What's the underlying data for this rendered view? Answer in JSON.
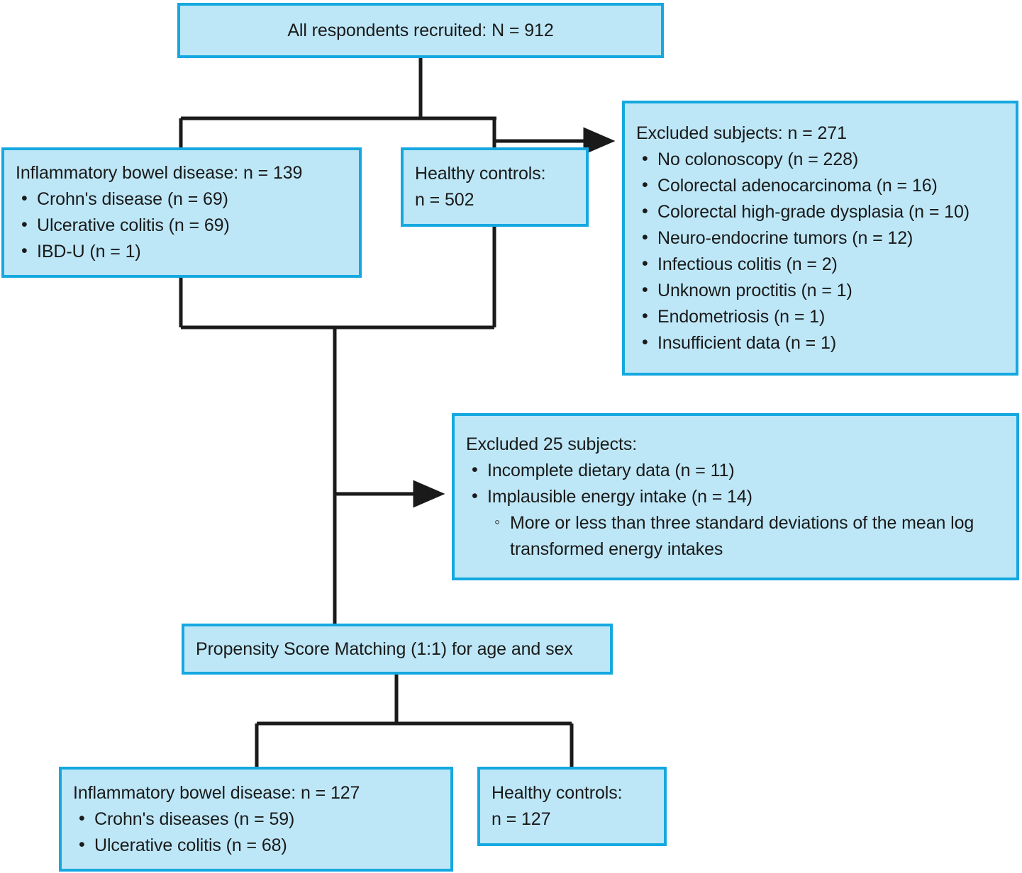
{
  "figure": {
    "type": "flowchart",
    "description": "Study participant selection flow diagram",
    "colors": {
      "box_fill": "#bde7f7",
      "box_border": "#15a8e0",
      "connector": "#1a1a1a",
      "text": "#1a1a1a"
    }
  },
  "nodes": {
    "all_respondents": {
      "title": "All respondents recruited: N = 912"
    },
    "ibd_initial": {
      "title": "Inflammatory bowel disease: n = 139",
      "bullets": [
        "Crohn's disease (n = 69)",
        "Ulcerative colitis (n = 69)",
        "IBD-U (n = 1)"
      ]
    },
    "healthy_initial": {
      "line1": "Healthy controls:",
      "line2": "n = 502"
    },
    "excluded_subjects": {
      "title": "Excluded subjects: n = 271",
      "bullets": [
        "No colonoscopy (n = 228)",
        "Colorectal adenocarcinoma (n = 16)",
        "Colorectal high-grade dysplasia (n = 10)",
        "Neuro-endocrine tumors (n = 12)",
        "Infectious colitis (n = 2)",
        "Unknown proctitis (n = 1)",
        "Endometriosis (n = 1)",
        "Insufficient data (n = 1)"
      ]
    },
    "excluded_25": {
      "title": "Excluded 25 subjects:",
      "bullets": [
        "Incomplete dietary data (n = 11)",
        "Implausible energy intake (n = 14)"
      ],
      "sub_bullet": "More or less than three standard deviations of the mean log transformed energy intakes"
    },
    "propensity": {
      "title": "Propensity Score Matching (1:1) for age and sex"
    },
    "ibd_matched": {
      "title": "Inflammatory bowel disease: n = 127",
      "bullets": [
        "Crohn's diseases (n = 59)",
        "Ulcerative colitis (n = 68)"
      ]
    },
    "healthy_matched": {
      "line1": "Healthy controls:",
      "line2": "n = 127"
    }
  }
}
